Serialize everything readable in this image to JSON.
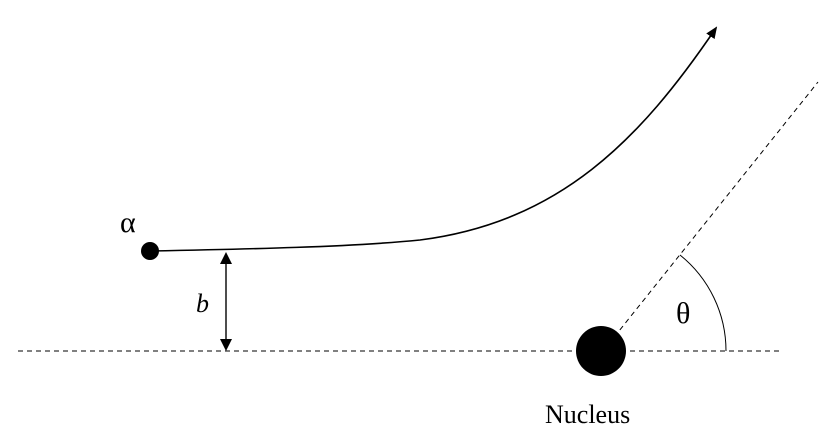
{
  "labels": {
    "particle": "α",
    "impact_parameter": "b",
    "scattering_angle": "θ",
    "nucleus": "Nucleus"
  },
  "colors": {
    "ink": "#000000",
    "background": "#ffffff"
  }
}
